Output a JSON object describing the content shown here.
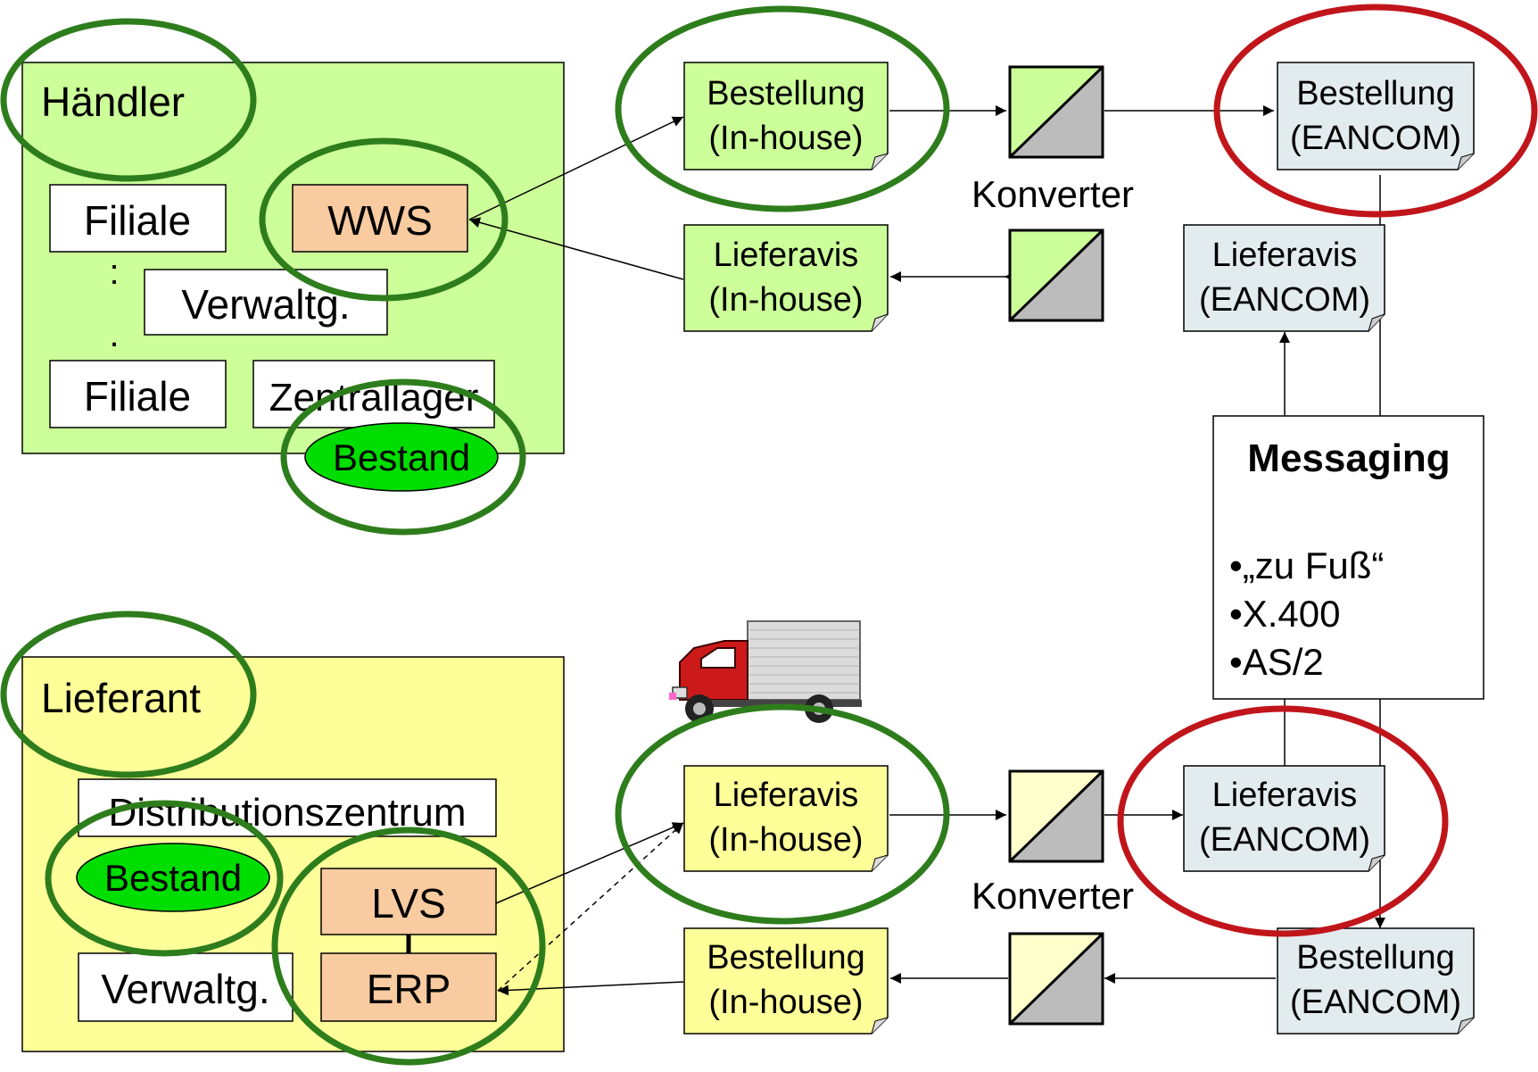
{
  "haendler": {
    "title": "Händler",
    "filiale_top": "Filiale",
    "wws": "WWS",
    "dots": ":",
    "dot_bottom": ".",
    "verwaltung": "Verwaltg.",
    "filiale_bottom": "Filiale",
    "zentrallager": "Zentrallager",
    "bestand": "Bestand"
  },
  "lieferant": {
    "title": "Lieferant",
    "distributionszentrum": "Distributionszentrum",
    "bestand": "Bestand",
    "lvs": "LVS",
    "erp": "ERP",
    "verwaltung": "Verwaltg."
  },
  "docs": {
    "bestellung_inhouse_top": {
      "line1": "Bestellung",
      "line2": "(In-house)"
    },
    "lieferavis_inhouse_top": {
      "line1": "Lieferavis",
      "line2": "(In-house)"
    },
    "bestellung_eancom_top": {
      "line1": "Bestellung",
      "line2": "(EANCOM)"
    },
    "lieferavis_eancom_top": {
      "line1": "Lieferavis",
      "line2": "(EANCOM)"
    },
    "lieferavis_inhouse_bottom": {
      "line1": "Lieferavis",
      "line2": "(In-house)"
    },
    "bestellung_inhouse_bottom": {
      "line1": "Bestellung",
      "line2": "(In-house)"
    },
    "lieferavis_eancom_bottom": {
      "line1": "Lieferavis",
      "line2": "(EANCOM)"
    },
    "bestellung_eancom_bottom": {
      "line1": "Bestellung",
      "line2": "(EANCOM)"
    }
  },
  "konverter_label": "Konverter",
  "messaging": {
    "title": "Messaging",
    "items": [
      "•„zu Fuß“",
      "•X.400",
      "•AS/2"
    ]
  },
  "colors": {
    "haendler_bg": "#ccff99",
    "lieferant_bg": "#ffff99",
    "system_box": "#f8cba0",
    "bestand_fill": "#00dd00",
    "eancom_doc": "#e2ebee",
    "highlight_green": "#2e7d1c",
    "highlight_red": "#c0151b",
    "converter_gray": "#bcbcbc"
  }
}
